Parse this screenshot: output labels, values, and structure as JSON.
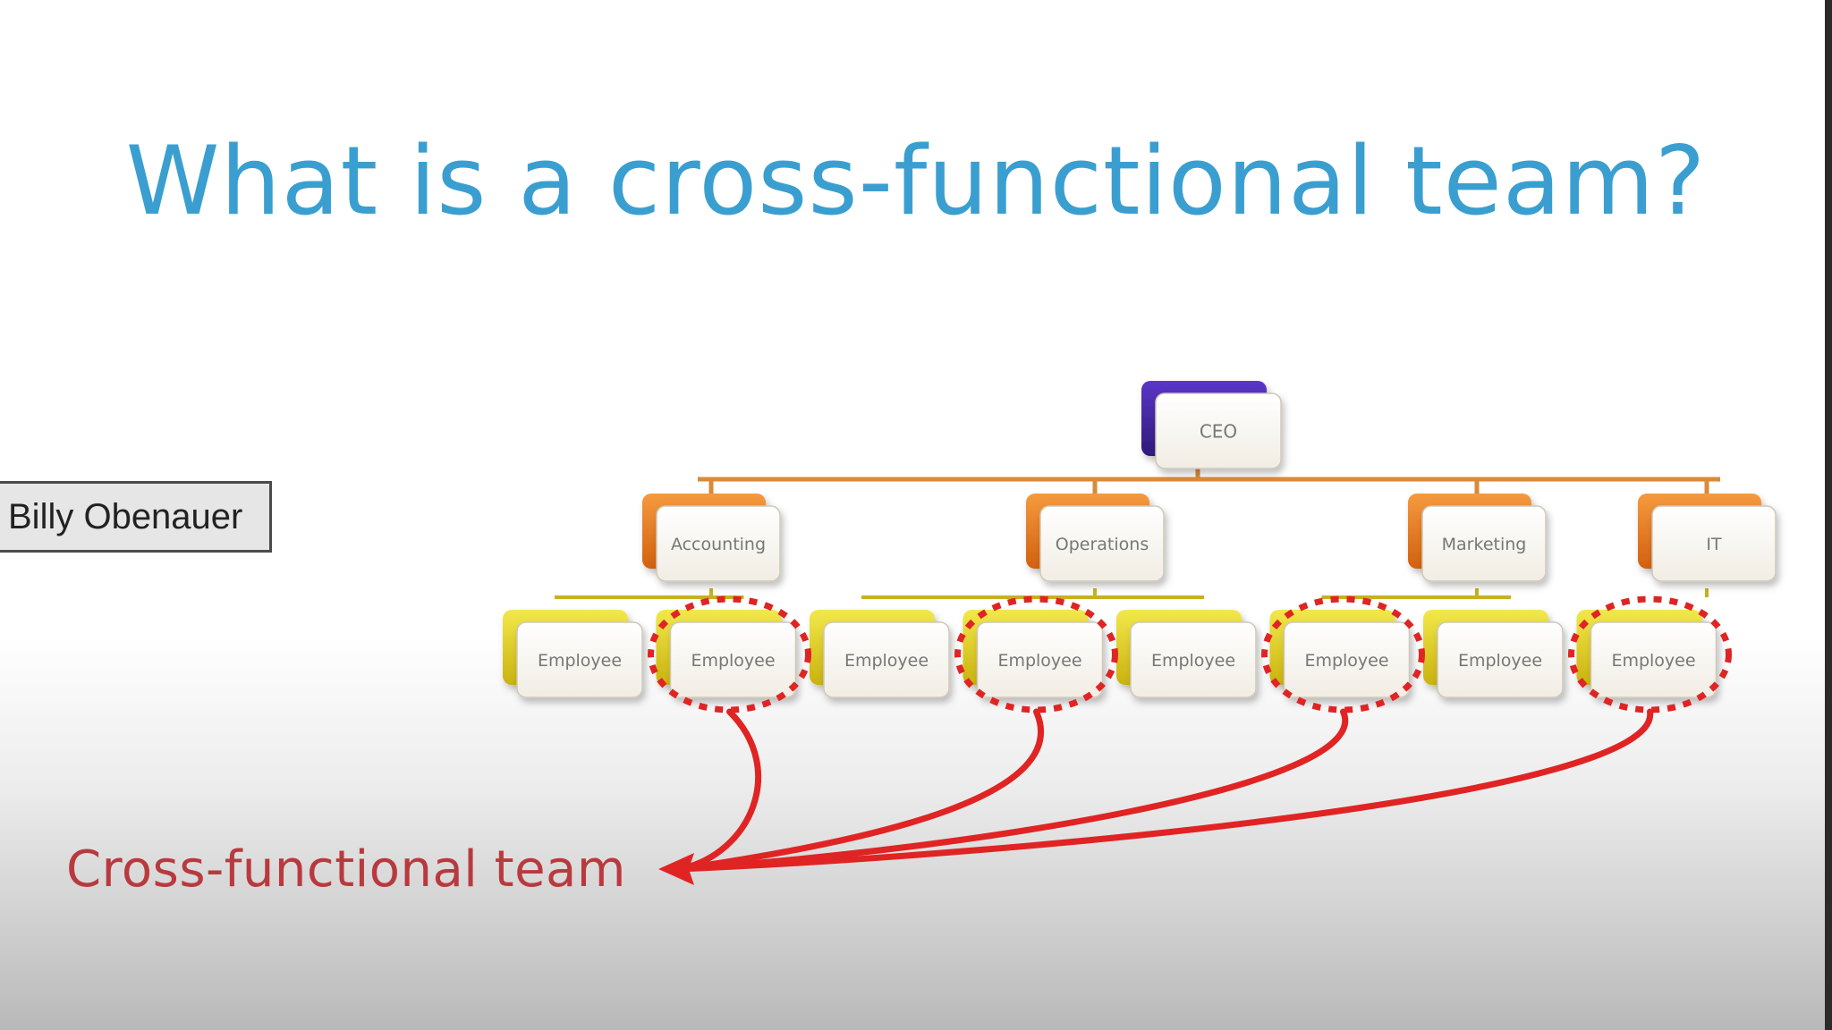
{
  "title": "What is a cross-functional team?",
  "presenter_name": "Billy Obenauer",
  "team_label": "Cross-functional team",
  "org_chart": {
    "root": "CEO",
    "departments": [
      {
        "name": "Accounting",
        "employees": [
          "Employee",
          "Employee"
        ],
        "highlighted": [
          1
        ]
      },
      {
        "name": "Operations",
        "employees": [
          "Employee",
          "Employee",
          "Employee"
        ],
        "highlighted": [
          1
        ]
      },
      {
        "name": "Marketing",
        "employees": [
          "Employee",
          "Employee"
        ],
        "highlighted": [
          0
        ]
      },
      {
        "name": "IT",
        "employees": [
          "Employee"
        ],
        "highlighted": [
          0
        ]
      }
    ]
  },
  "colors": {
    "title": "#3a9fd0",
    "ceo_accent": "#4a2aa8",
    "department_accent": "#e8721c",
    "employee_accent": "#d9c81a",
    "connector": "#d98a3a",
    "highlight": "#e02424",
    "team_label": "#b83a3e"
  }
}
